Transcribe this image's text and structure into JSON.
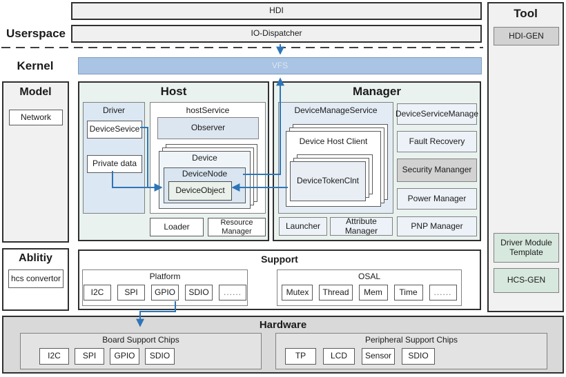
{
  "colors": {
    "accent_blue": "#2e75b6",
    "vfs_fill": "#a9c4e4",
    "panel_tint": "#e9f2ee",
    "gray_fill": "#d2d2d2",
    "green_fill": "#d7e8de",
    "hardware_fill": "#d9d9d9"
  },
  "top": {
    "hdi": "HDI",
    "io_dispatcher": "IO-Dispatcher",
    "userspace": "Userspace",
    "kernel": "Kernel",
    "vfs": "VFS"
  },
  "model": {
    "title": "Model",
    "network": "Network"
  },
  "ability": {
    "title": "Ablitiy",
    "hcs_convertor": "hcs convertor"
  },
  "host": {
    "title": "Host",
    "driver": {
      "title": "Driver",
      "device_sevice": "DeviceSevice",
      "private_data": "Private data"
    },
    "host_service": {
      "title": "hostService",
      "observer": "Observer",
      "device": {
        "title": "Device",
        "device_node": "DeviceNode",
        "device_object": "DeviceObject"
      }
    },
    "loader": "Loader",
    "resource_manager": "Resource Manager"
  },
  "manager": {
    "title": "Manager",
    "device_manage_service": {
      "title": "DeviceManageService",
      "device_host_client": "Device Host Client",
      "device_token_clnt": "DeviceTokenClnt"
    },
    "side_boxes": [
      "DeviceServiceManage",
      "Fault Recovery",
      "Security Mananger",
      "Power Manager",
      "PNP Manager"
    ],
    "launcher": "Launcher",
    "attribute_manager": "Attribute Manager"
  },
  "support": {
    "title": "Support",
    "platform": {
      "title": "Platform",
      "chips": [
        "I2C",
        "SPI",
        "GPIO",
        "SDIO",
        "......"
      ]
    },
    "osal": {
      "title": "OSAL",
      "chips": [
        "Mutex",
        "Thread",
        "Mem",
        "Time",
        "......"
      ]
    }
  },
  "hardware": {
    "title": "Hardware",
    "board": {
      "title": "Board Support Chips",
      "chips": [
        "I2C",
        "SPI",
        "GPIO",
        "SDIO"
      ]
    },
    "peripheral": {
      "title": "Peripheral Support Chips",
      "chips": [
        "TP",
        "LCD",
        "Sensor",
        "SDIO"
      ]
    }
  },
  "tool": {
    "title": "Tool",
    "hdi_gen": "HDI-GEN",
    "driver_module_template": "Driver Module Template",
    "hcs_gen": "HCS-GEN"
  }
}
